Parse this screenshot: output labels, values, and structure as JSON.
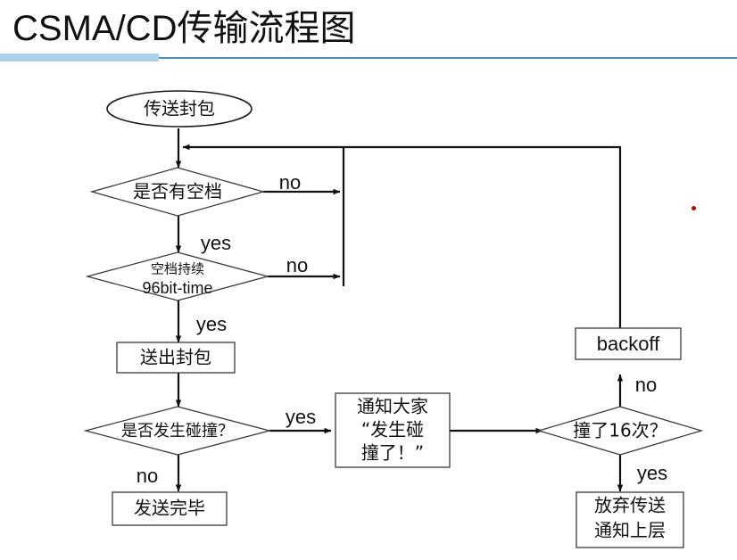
{
  "slide": {
    "title": "CSMA/CD传输流程图",
    "background_color": "#ffffff",
    "divider_thick_color": "#a9d2ea",
    "divider_thin_color": "#4a8fc0",
    "accent_marker_color": "#c00000"
  },
  "flowchart": {
    "type": "flowchart",
    "nodes": {
      "start": {
        "shape": "ellipse",
        "label": "传送封包"
      },
      "decision_idle": {
        "shape": "diamond",
        "label": "是否有空档"
      },
      "decision_96bit": {
        "shape": "diamond",
        "label_line1": "空档持续",
        "label_line2": "96bit-time"
      },
      "send_packet": {
        "shape": "rectangle",
        "label": "送出封包"
      },
      "decision_collision": {
        "shape": "diamond",
        "label": "是否发生碰撞？"
      },
      "send_done": {
        "shape": "rectangle",
        "label": "发送完毕"
      },
      "notify_all": {
        "shape": "rectangle",
        "label_line1": "通知大家",
        "label_line2": "“发生碰",
        "label_line3": "撞了！”"
      },
      "decision_16": {
        "shape": "diamond",
        "label": "撞了16次？"
      },
      "backoff": {
        "shape": "rectangle",
        "label": "backoff"
      },
      "abort": {
        "shape": "rectangle",
        "label_line1": "放弃传送",
        "label_line2": "通知上层"
      }
    },
    "edge_labels": {
      "idle_no": "no",
      "idle_yes": "yes",
      "bit96_no": "no",
      "bit96_yes": "yes",
      "collision_yes": "yes",
      "collision_no": "no",
      "retry_no": "no",
      "retry_yes": "yes"
    }
  }
}
